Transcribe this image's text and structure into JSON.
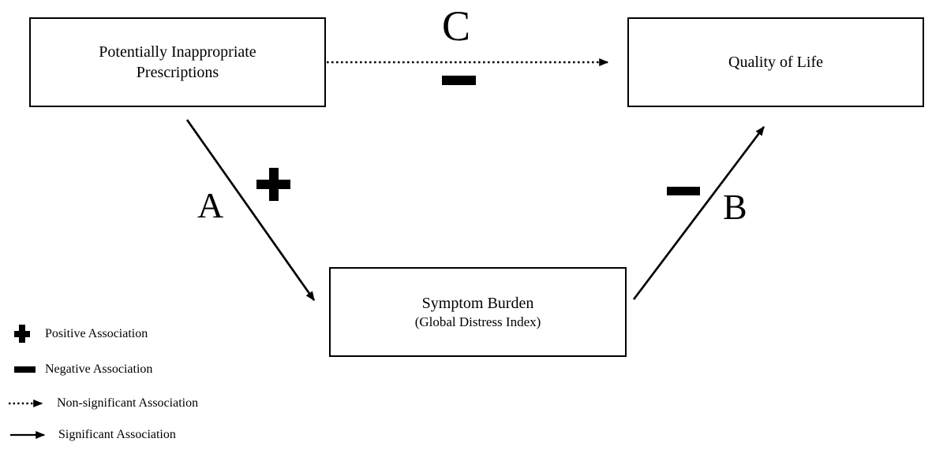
{
  "diagram": {
    "boxes": {
      "predictor": {
        "lines": [
          "Potentially Inappropriate",
          "Prescriptions"
        ]
      },
      "outcome": {
        "lines": [
          "Quality of Life"
        ]
      },
      "mediator": {
        "lines": [
          "Symptom Burden",
          "(Global Distress Index)"
        ]
      }
    },
    "paths": {
      "a": {
        "label": "A",
        "sign": "positive",
        "style": "solid"
      },
      "b": {
        "label": "B",
        "sign": "negative",
        "style": "solid"
      },
      "c": {
        "label": "C",
        "sign": "negative",
        "style": "dotted"
      }
    },
    "legend": [
      {
        "icon": "plus-icon",
        "label": "Positive Association"
      },
      {
        "icon": "minus-icon",
        "label": "Negative Association"
      },
      {
        "icon": "dotted-arrow-icon",
        "label": "Non-significant Association"
      },
      {
        "icon": "solid-arrow-icon",
        "label": "Significant Association"
      }
    ],
    "colors": {
      "ink": "#000000",
      "background": "#ffffff"
    }
  }
}
